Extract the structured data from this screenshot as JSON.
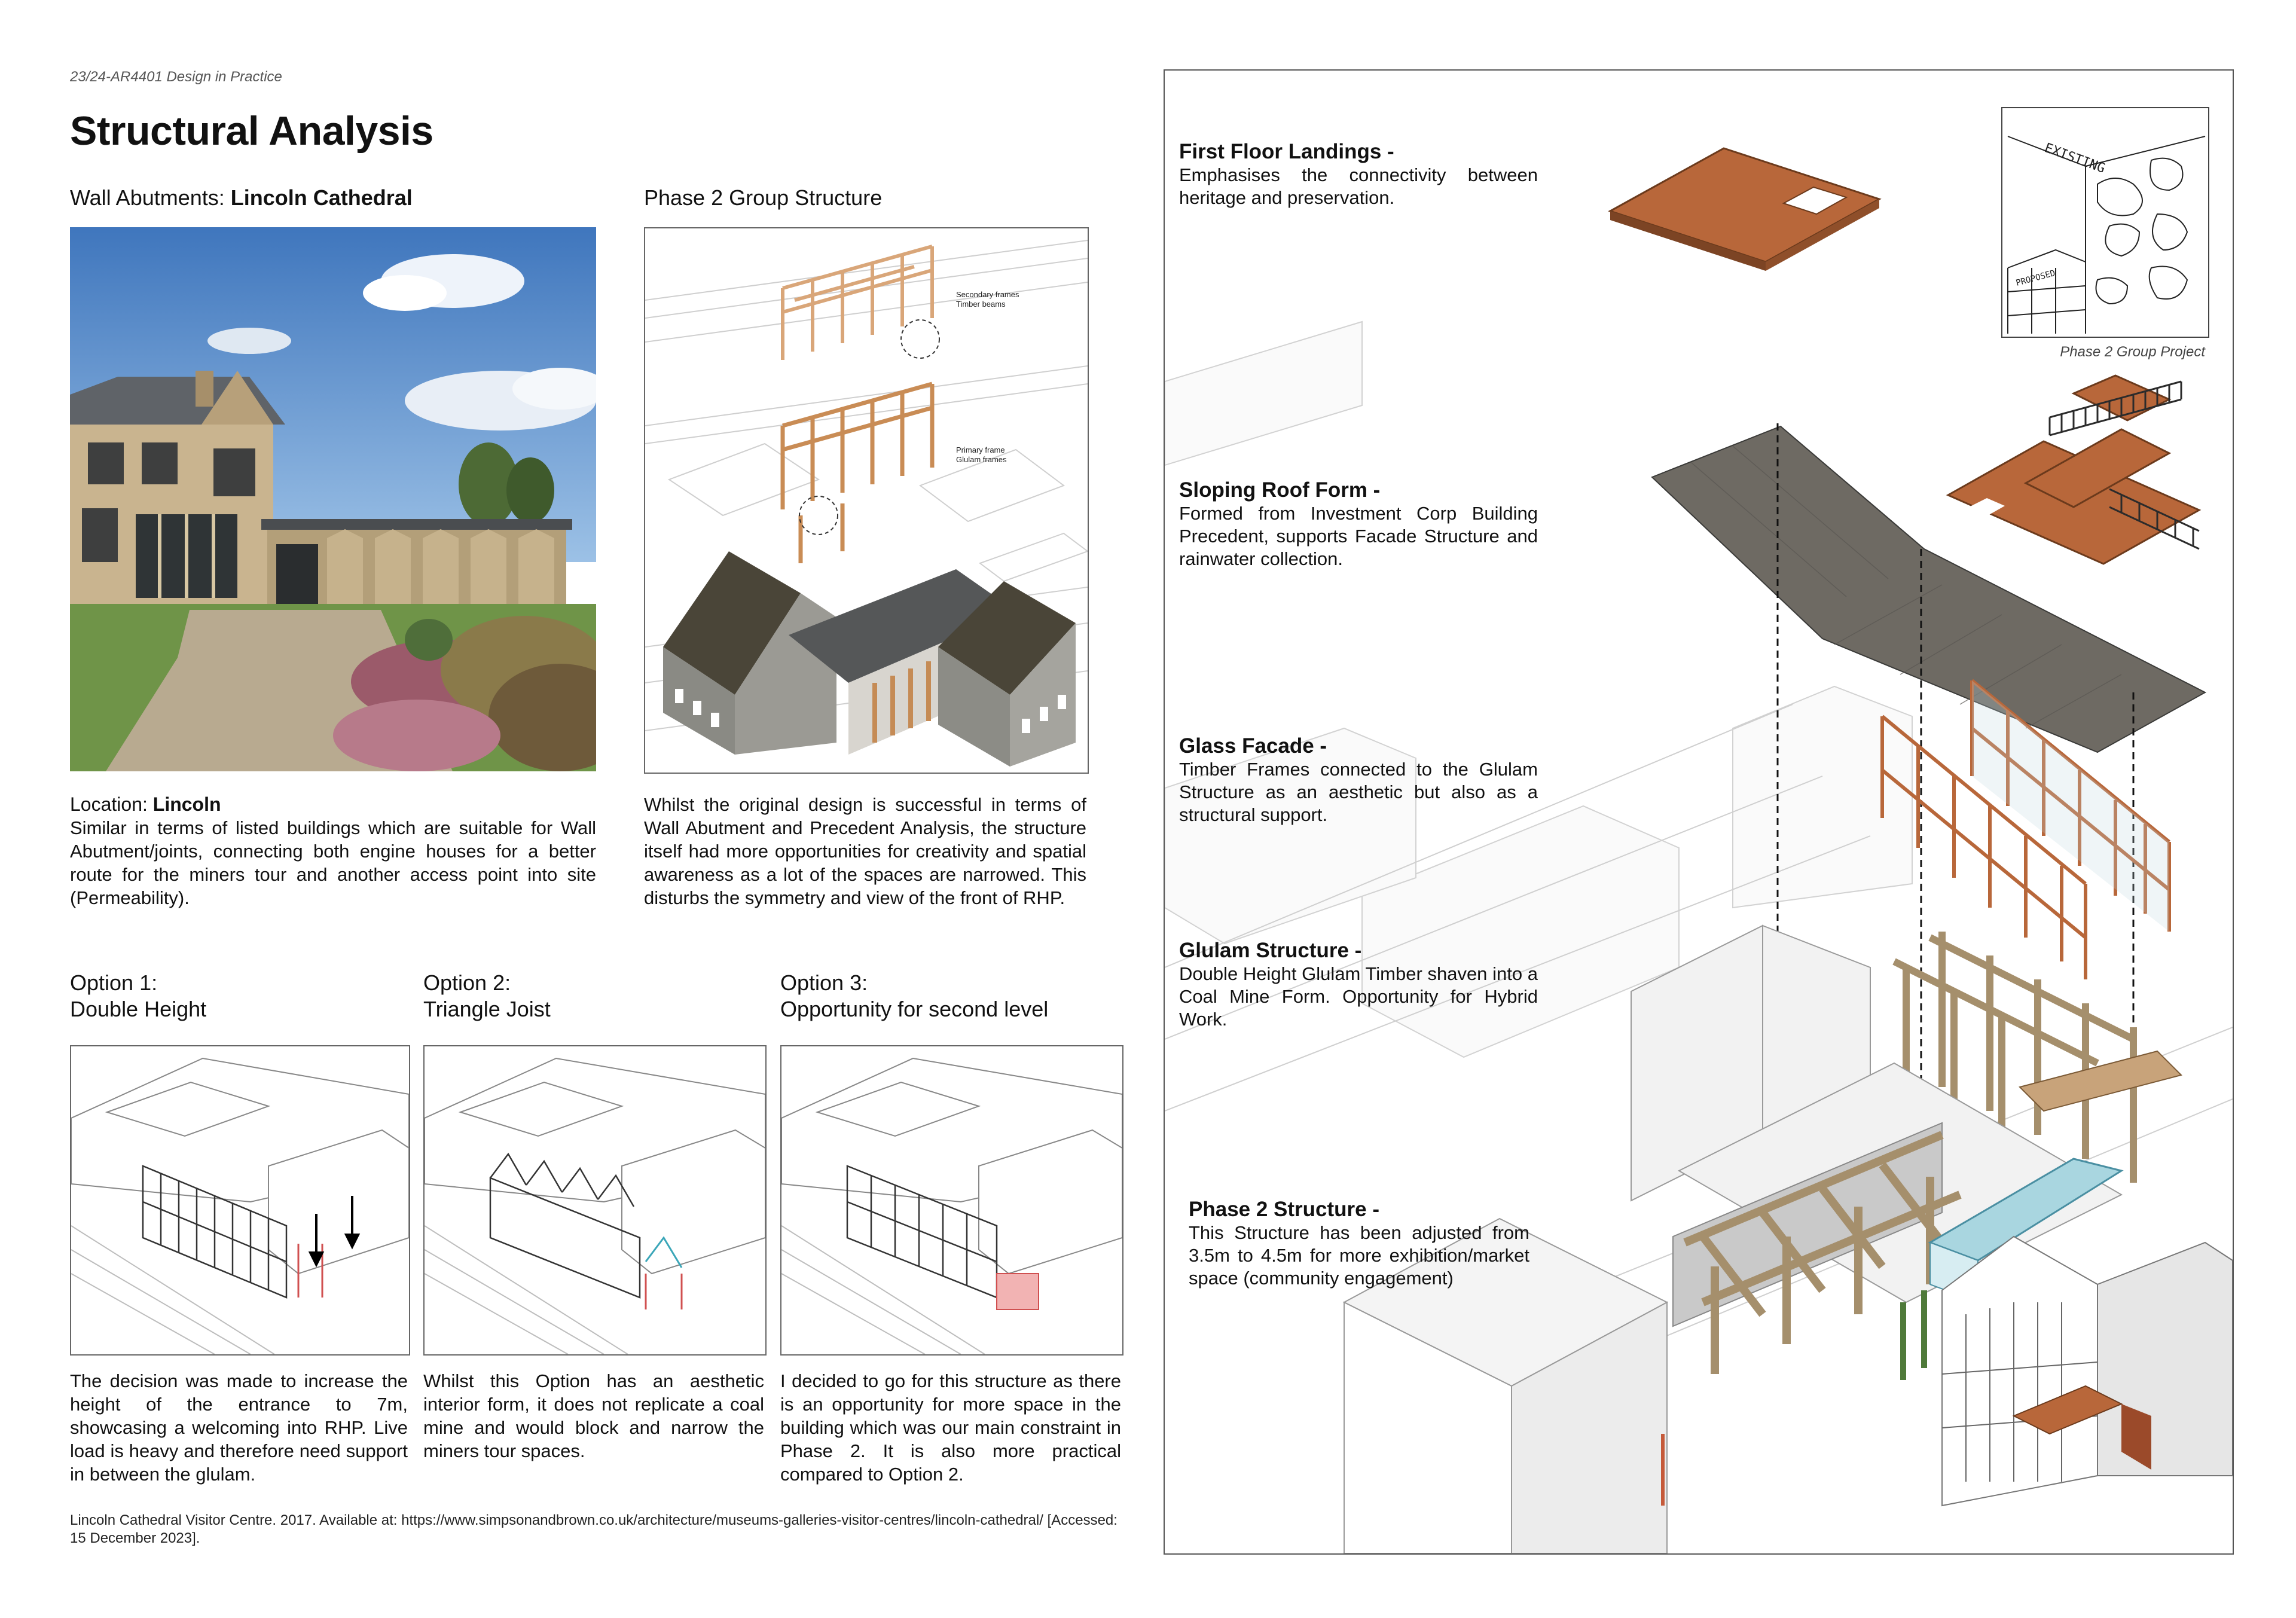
{
  "header": {
    "course": "23/24-AR4401 Design in Practice",
    "title": "Structural Analysis"
  },
  "left": {
    "wall_abutments": {
      "prefix": "Wall Abutments: ",
      "name": "Lincoln Cathedral"
    },
    "location": {
      "prefix": "Location: ",
      "name": "Lincoln",
      "text": "Similar in terms of listed buildings which are suitable for Wall Abutment/joints, connecting both engine houses for a better route for the miners tour and another access point into site (Permeability)."
    },
    "phase2": {
      "title": "Phase 2 Group Structure",
      "annotation_secondary_1": "Secondary frames",
      "annotation_secondary_2": "Timber beams",
      "annotation_primary_1": "Primary frame",
      "annotation_primary_2": "Glulam frames",
      "text": "Whilst the original design is successful in terms of Wall Abutment and Precedent Analysis, the structure itself had more opportunities for creativity and spatial awareness as a lot of the spaces are narrowed. This disturbs the symmetry and view of the front of RHP."
    },
    "options": [
      {
        "label1": "Option 1:",
        "label2": "Double Height",
        "text": "The decision was made to increase the height of the entrance to 7m, showcasing a welcoming into RHP. Live load is heavy and therefore need support in between the glulam."
      },
      {
        "label1": "Option 2:",
        "label2": "Triangle Joist",
        "text": "Whilst this Option has an aesthetic interior form, it does not replicate a coal mine and would block and narrow the miners tour spaces."
      },
      {
        "label1": "Option 3:",
        "label2": "Opportunity for second level",
        "text": "I decided to go for this structure as there is an opportunity for more space in the building which was our main constraint in Phase 2. It is also more practical compared to Option 2."
      }
    ],
    "reference": "Lincoln Cathedral Visitor Centre. 2017. Available at: https://www.simpsonandbrown.co.uk/architecture/museums-galleries-visitor-centres/lincoln-cathedral/ [Accessed: 15 December 2023]."
  },
  "right": {
    "layers": [
      {
        "title": "First Floor Landings -",
        "text": "Emphasises the connectivity between heritage and preservation."
      },
      {
        "title": "Sloping Roof Form -",
        "text": "Formed from Investment Corp Building Precedent, supports Facade Structure and rainwater collection."
      },
      {
        "title": "Glass Facade -",
        "text": "Timber Frames connected to the Glulam Structure as an aesthetic but also as a structural support."
      },
      {
        "title": "Glulam Structure -",
        "text": "Double Height Glulam Timber shaven into a Coal Mine Form. Opportunity for Hybrid Work."
      },
      {
        "title": "Phase 2 Structure -",
        "text": "This Structure has been adjusted from 3.5m  to 4.5m for more exhibition/market space (community engagement)"
      }
    ],
    "sketch": {
      "existing": "EXISTING",
      "proposed": "PROPOSED",
      "caption": "Phase 2 Group Project"
    }
  },
  "colors": {
    "timber": "#b8673a",
    "roof": "#6e6a63",
    "glulam": "#b39c78",
    "glass": "#a9d6e0",
    "sky": "#4f86c6",
    "grass": "#6e9a4a"
  }
}
